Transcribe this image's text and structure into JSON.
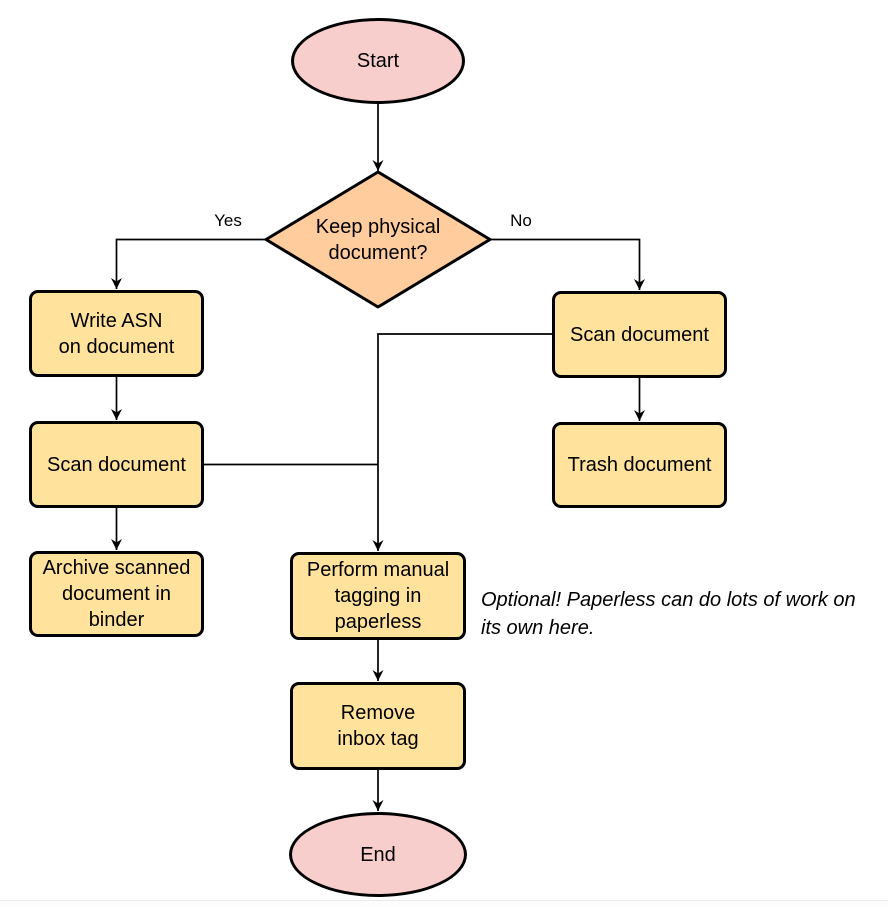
{
  "diagram": {
    "nodes": {
      "start": {
        "type": "terminator",
        "label": "Start"
      },
      "decision": {
        "type": "decision",
        "label": "Keep physical\ndocument?"
      },
      "write_asn": {
        "type": "process",
        "label": "Write ASN\non document"
      },
      "scan_left": {
        "type": "process",
        "label": "Scan document"
      },
      "archive": {
        "type": "process",
        "label": "Archive scanned\ndocument in\nbinder"
      },
      "scan_right": {
        "type": "process",
        "label": "Scan document"
      },
      "trash": {
        "type": "process",
        "label": "Trash document"
      },
      "tagging": {
        "type": "process",
        "label": "Perform manual\ntagging in\npaperless"
      },
      "remove_inbox": {
        "type": "process",
        "label": "Remove\ninbox tag"
      },
      "end": {
        "type": "terminator",
        "label": "End"
      }
    },
    "edge_labels": {
      "yes": "Yes",
      "no": "No"
    },
    "annotation": "Optional! Paperless can do lots of work on\nits own here.",
    "colors": {
      "terminator_fill": "#f8cecc",
      "decision_fill": "#ffcc9e",
      "process_fill": "#ffe29b",
      "stroke_color": "#000000"
    }
  }
}
